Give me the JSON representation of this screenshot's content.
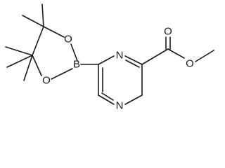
{
  "molecule": {
    "labels": {
      "boron": "B",
      "dioxaborolane_o_upper": "O",
      "dioxaborolane_o_lower": "O",
      "pyrazine_n_upper": "N",
      "pyrazine_n_lower": "N",
      "carbonyl_o": "O",
      "ester_o": "O"
    }
  }
}
